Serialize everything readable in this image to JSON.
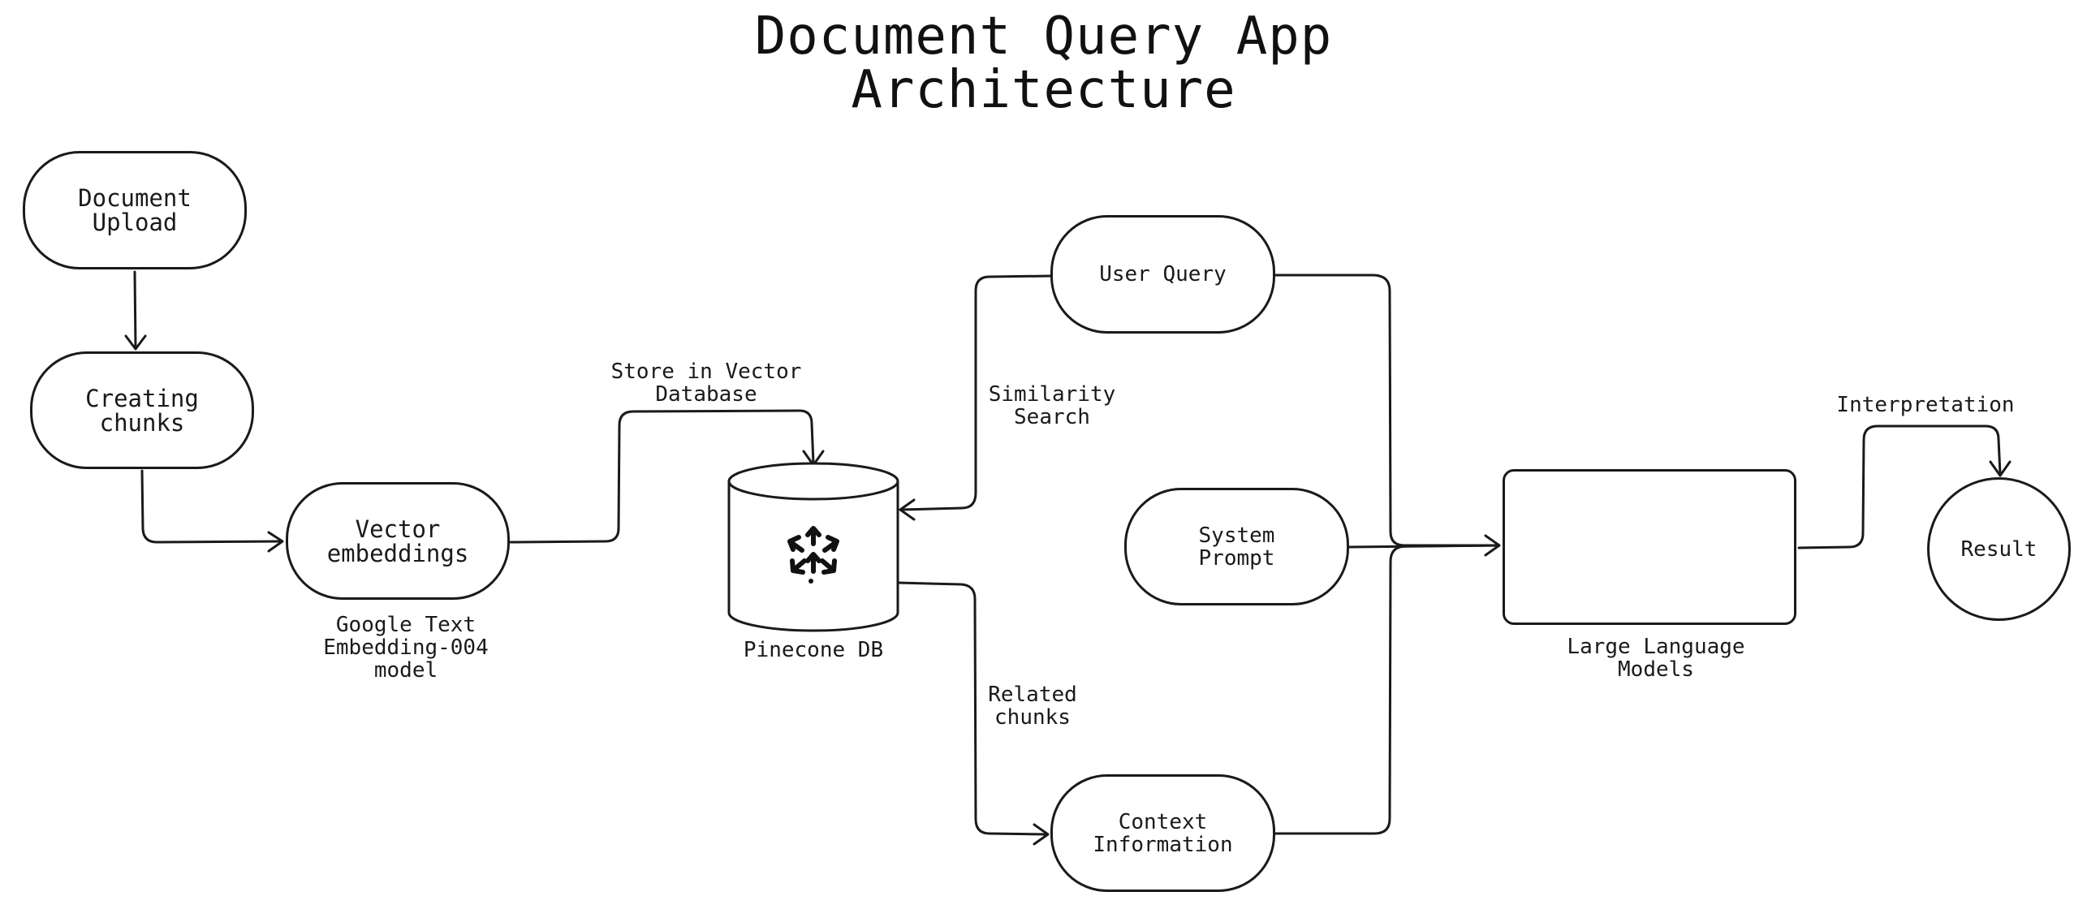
{
  "title": {
    "line1": "Document Query App",
    "line2": "Architecture"
  },
  "nodes": {
    "document_upload": "Document\nUpload",
    "creating_chunks": "Creating\nchunks",
    "vector_embeddings": "Vector\nembeddings",
    "user_query": "User Query",
    "system_prompt": "System\nPrompt",
    "context_information": "Context\nInformation",
    "result": "Result"
  },
  "captions": {
    "embedding_model": "Google Text\nEmbedding-004\nmodel",
    "pinecone_db": "Pinecone DB",
    "llm": "Large Language\nModels"
  },
  "edge_labels": {
    "store_in_vector_db": "Store in Vector\nDatabase",
    "similarity_search": "Similarity\nSearch",
    "related_chunks": "Related\nchunks",
    "interpretation": "Interpretation"
  },
  "icons": {
    "pinecone": "pinecone-logo-icon",
    "openai": "openai-logo-icon",
    "meta": "meta-logo-icon",
    "google": "google-logo-icon"
  },
  "colors": {
    "stroke": "#1a1a1a",
    "openai": "#2f9e44",
    "meta": "#2563c9",
    "google": "#111111"
  }
}
